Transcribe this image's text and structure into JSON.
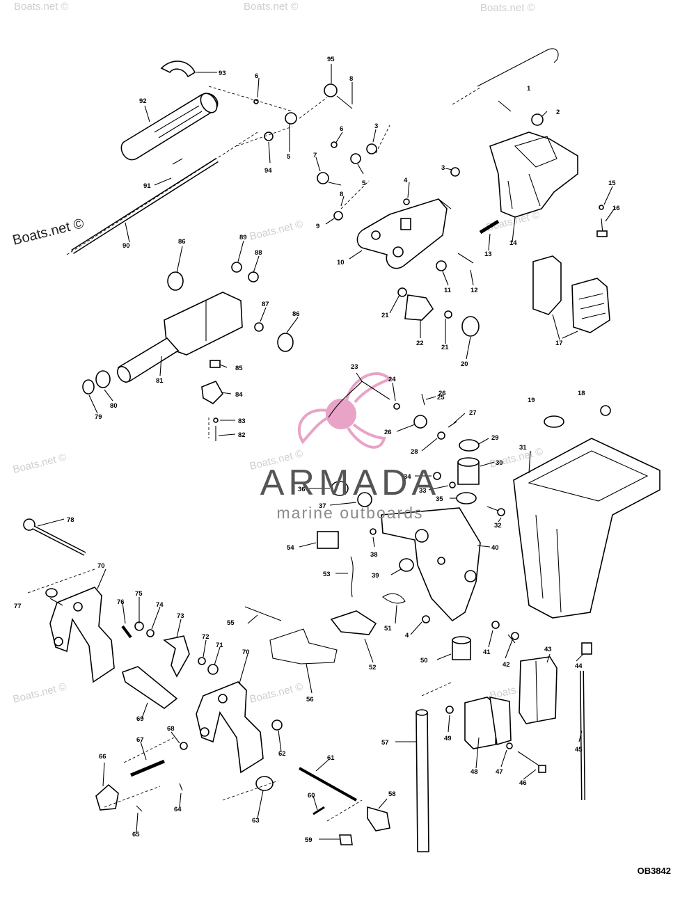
{
  "watermark": {
    "text": "Boats.net ©",
    "brand_name": "ARMADA",
    "brand_tagline": "marine outboards",
    "brand_color": "#e8a3c6"
  },
  "drawing_code": "OB3842",
  "part_labels": [
    "1",
    "2",
    "3",
    "3",
    "4",
    "4",
    "5",
    "5",
    "6",
    "6",
    "7",
    "8",
    "8",
    "9",
    "10",
    "11",
    "12",
    "13",
    "14",
    "15",
    "16",
    "17",
    "18",
    "19",
    "20",
    "21",
    "21",
    "22",
    "23",
    "24",
    "25",
    "26",
    "26",
    "27",
    "28",
    "29",
    "30",
    "31",
    "32",
    "33",
    "34",
    "35",
    "36",
    "37",
    "38",
    "39",
    "40",
    "41",
    "42",
    "43",
    "44",
    "45",
    "46",
    "47",
    "48",
    "49",
    "50",
    "51",
    "52",
    "53",
    "54",
    "55",
    "56",
    "57",
    "58",
    "59",
    "60",
    "61",
    "62",
    "63",
    "64",
    "65",
    "66",
    "67",
    "68",
    "69",
    "70",
    "70",
    "71",
    "72",
    "73",
    "74",
    "75",
    "76",
    "77",
    "78",
    "79",
    "80",
    "81",
    "82",
    "83",
    "84",
    "85",
    "86",
    "86",
    "87",
    "88",
    "89",
    "90",
    "91",
    "92",
    "93",
    "94",
    "95"
  ]
}
